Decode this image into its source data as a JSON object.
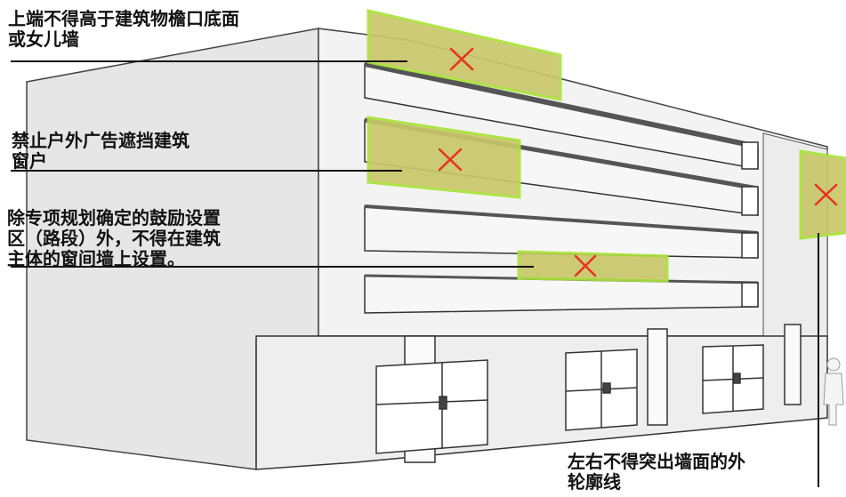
{
  "annotations": [
    {
      "id": "rule-top",
      "lines": [
        "上端不得高于建筑物檐口底面",
        "或女儿墙"
      ]
    },
    {
      "id": "rule-window",
      "lines": [
        "禁止户外广告遮挡建筑",
        "窗户"
      ]
    },
    {
      "id": "rule-wall",
      "lines": [
        "除专项规划确定的鼓励设置",
        "区（路段）外，不得在建筑",
        "主体的窗间墙上设置。"
      ]
    },
    {
      "id": "rule-side",
      "lines": [
        "左右不得突出墙面的外",
        "轮廓线"
      ]
    }
  ],
  "colors": {
    "sign_fill": "#c9c76a",
    "sign_edge": "#a9e33a",
    "prohibit_mark": "#e8321e",
    "wall": "#f1f1f1",
    "outline": "#1a1a1a"
  }
}
